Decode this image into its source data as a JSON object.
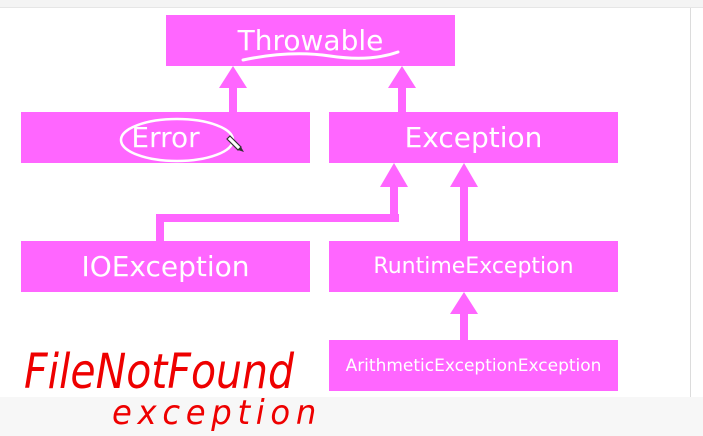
{
  "diagram": {
    "nodes": {
      "throwable": "Throwable",
      "error": "Error",
      "exception": "Exception",
      "ioexception": "IOException",
      "runtime_exception": "RuntimeException",
      "arithmetic_exception": "ArithmeticExceptionException"
    },
    "edges": [
      {
        "from": "error",
        "to": "throwable"
      },
      {
        "from": "exception",
        "to": "throwable"
      },
      {
        "from": "ioexception",
        "to": "exception"
      },
      {
        "from": "runtime_exception",
        "to": "exception"
      },
      {
        "from": "arithmetic_exception",
        "to": "runtime_exception"
      }
    ]
  },
  "annotation": {
    "line1": "FileNotFound",
    "line2": "exception"
  },
  "colors": {
    "box": "#ff66ff",
    "box_text": "#ffffff",
    "connector": "#ff66ff",
    "annotation_ink": "#ee0000",
    "highlight_ink": "#ffffff"
  }
}
